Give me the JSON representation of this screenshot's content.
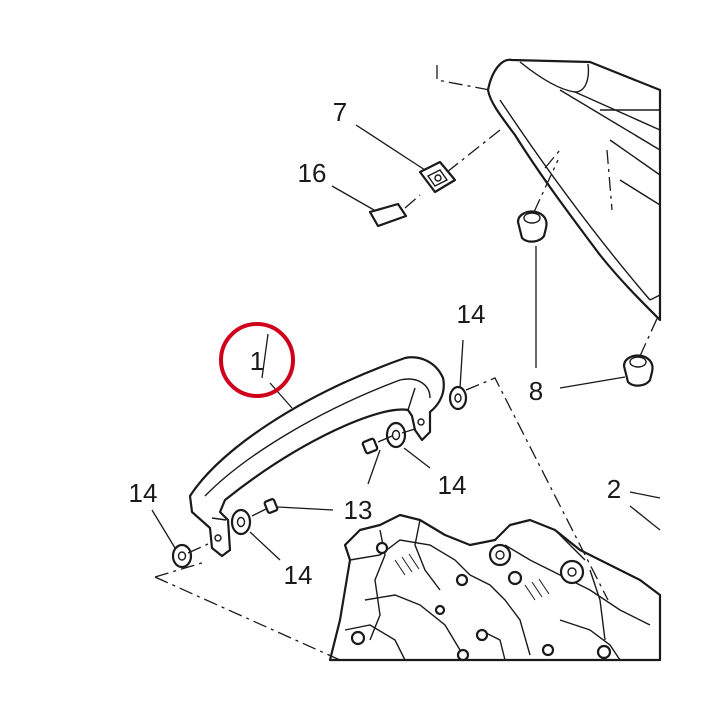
{
  "highlight_color": "#d0021b",
  "line_color": "#1a1a1a",
  "callouts": {
    "c1": "1",
    "c2": "2",
    "c7": "7",
    "c8": "8",
    "c13": "13",
    "c14_top": "14",
    "c14_mid": "14",
    "c14_left": "14",
    "c14_bottom": "14",
    "c16": "16"
  }
}
